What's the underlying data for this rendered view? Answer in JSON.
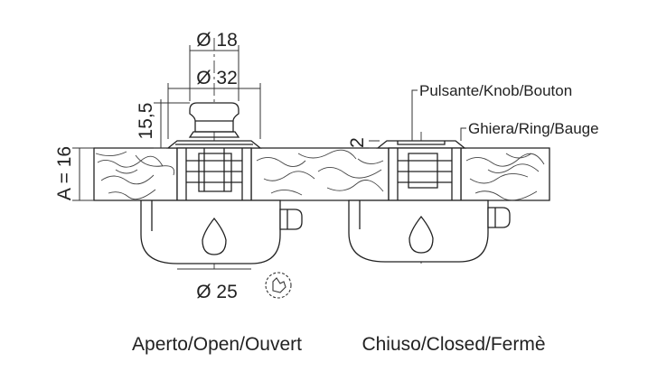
{
  "dimensions": {
    "knob_diameter": "Ø 18",
    "flange_diameter": "Ø 32",
    "knob_height": "15,5",
    "panel_thickness": "A = 16",
    "closed_offset": "2",
    "hole_diameter": "Ø 25"
  },
  "callouts": {
    "knob": "Pulsante/Knob/Bouton",
    "ring": "Ghiera/Ring/Bauge"
  },
  "captions": {
    "open": "Aperto/Open/Ouvert",
    "closed": "Chiuso/Closed/Fermè"
  },
  "icons": {
    "rotation_symbol": "rotation-hand-icon"
  }
}
